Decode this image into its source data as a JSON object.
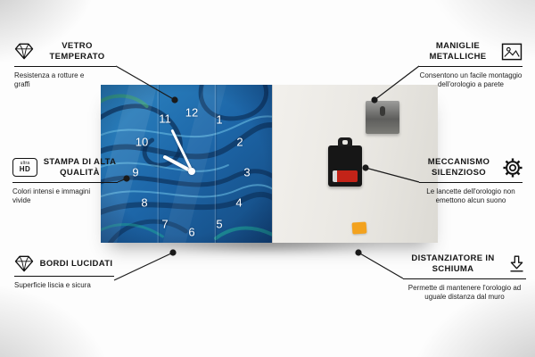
{
  "callouts": {
    "vetro": {
      "title": "VETRO TEMPERATO",
      "subtitle": "Resistenza a rotture e graffi"
    },
    "stampa": {
      "title": "STAMPA DI ALTA QUALITÀ",
      "subtitle": "Colori intensi e immagini vivide"
    },
    "bordi": {
      "title": "BORDI LUCIDATI",
      "subtitle": "Superficie liscia e sicura"
    },
    "maniglie": {
      "title": "MANIGLIE METALLICHE",
      "subtitle": "Consentono un facile montaggio dell'orologio a parete"
    },
    "meccanismo": {
      "title": "MECCANISMO SILENZIOSO",
      "subtitle": "Le lancette dell'orologio non emettono alcun suono"
    },
    "distanziatore": {
      "title": "DISTANZIATORE IN SCHIUMA",
      "subtitle": "Permette di mantenere l'orologio ad uguale distanza dal muro"
    }
  },
  "icons": {
    "uhd_top": "ultra",
    "uhd_bottom": "HD"
  },
  "clock": {
    "numbers": [
      "12",
      "1",
      "2",
      "3",
      "4",
      "5",
      "6",
      "7",
      "8",
      "9",
      "10",
      "11"
    ]
  },
  "colors": {
    "face_blue": "#1d66a8",
    "back_panel": "#e9e7e2",
    "mechanism_black": "#161616",
    "battery_red": "#c32318",
    "spacer_orange": "#f3a21e",
    "connector": "#1a1a1a"
  }
}
